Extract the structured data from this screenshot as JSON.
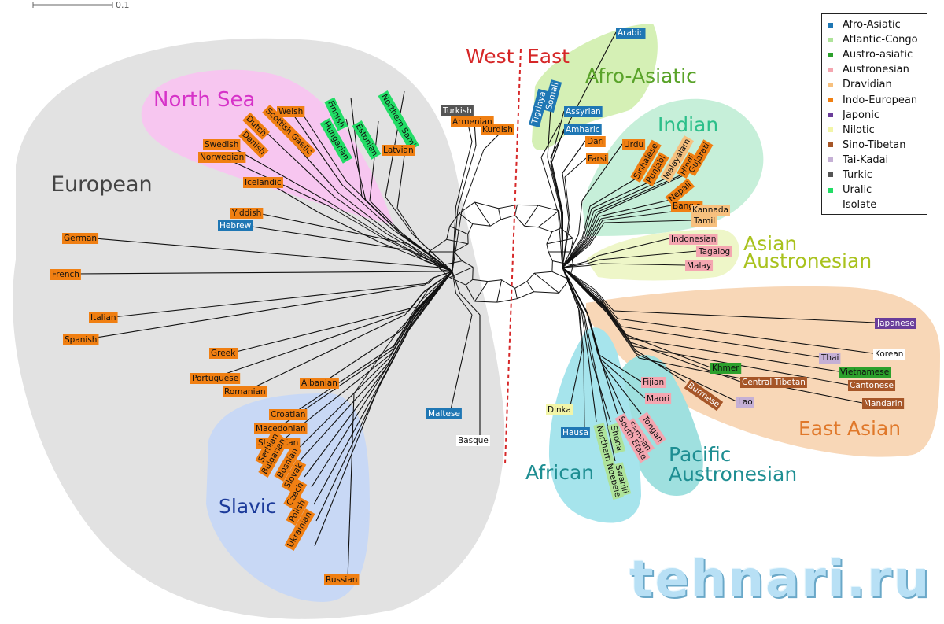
{
  "scale_label": "0.1",
  "divider": {
    "west": "West",
    "east": "East"
  },
  "groups": {
    "european": "European",
    "north_sea": "North Sea",
    "slavic": "Slavic",
    "afro_asiatic": "Afro-Asiatic",
    "indian": "Indian",
    "asian_austronesian_1": "Asian",
    "asian_austronesian_2": "Austronesian",
    "east_asian": "East Asian",
    "pacific_austronesian_1": "Pacific",
    "pacific_austronesian_2": "Austronesian",
    "african": "African"
  },
  "legend": [
    {
      "name": "Afro-Asiatic",
      "color": "#1f77b4"
    },
    {
      "name": "Atlantic-Congo",
      "color": "#aee39a"
    },
    {
      "name": "Austro-asiatic",
      "color": "#2ca02c"
    },
    {
      "name": "Austronesian",
      "color": "#f4a6b0"
    },
    {
      "name": "Dravidian",
      "color": "#f7c07e"
    },
    {
      "name": "Indo-European",
      "color": "#f07f12"
    },
    {
      "name": "Japonic",
      "color": "#6a3d9a"
    },
    {
      "name": "Nilotic",
      "color": "#f2f5a8"
    },
    {
      "name": "Sino-Tibetan",
      "color": "#a65628"
    },
    {
      "name": "Tai-Kadai",
      "color": "#c5b0d5"
    },
    {
      "name": "Turkic",
      "color": "#555555"
    },
    {
      "name": "Uralic",
      "color": "#22dd66"
    },
    {
      "name": "Isolate",
      "color": "#ffffff"
    }
  ],
  "languages": [
    {
      "name": "Welsh",
      "family": "Indo-European"
    },
    {
      "name": "Scottish Gaelic",
      "family": "Indo-European"
    },
    {
      "name": "Dutch",
      "family": "Indo-European"
    },
    {
      "name": "Danish",
      "family": "Indo-European"
    },
    {
      "name": "Swedish",
      "family": "Indo-European"
    },
    {
      "name": "Norwegian",
      "family": "Indo-European"
    },
    {
      "name": "Icelandic",
      "family": "Indo-European"
    },
    {
      "name": "Finnish",
      "family": "Uralic"
    },
    {
      "name": "Hungarian",
      "family": "Uralic"
    },
    {
      "name": "Estonian",
      "family": "Uralic"
    },
    {
      "name": "Northern Sami",
      "family": "Uralic"
    },
    {
      "name": "Latvian",
      "family": "Indo-European"
    },
    {
      "name": "Yiddish",
      "family": "Indo-European"
    },
    {
      "name": "Hebrew",
      "family": "Afro-Asiatic"
    },
    {
      "name": "German",
      "family": "Indo-European"
    },
    {
      "name": "French",
      "family": "Indo-European"
    },
    {
      "name": "Italian",
      "family": "Indo-European"
    },
    {
      "name": "Spanish",
      "family": "Indo-European"
    },
    {
      "name": "Greek",
      "family": "Indo-European"
    },
    {
      "name": "Portuguese",
      "family": "Indo-European"
    },
    {
      "name": "Romanian",
      "family": "Indo-European"
    },
    {
      "name": "Albanian",
      "family": "Indo-European"
    },
    {
      "name": "Croatian",
      "family": "Indo-European"
    },
    {
      "name": "Macedonian",
      "family": "Indo-European"
    },
    {
      "name": "Slovenian",
      "family": "Indo-European"
    },
    {
      "name": "Serbian",
      "family": "Indo-European"
    },
    {
      "name": "Bulgarian",
      "family": "Indo-European"
    },
    {
      "name": "Bosnian",
      "family": "Indo-European"
    },
    {
      "name": "Slovak",
      "family": "Indo-European"
    },
    {
      "name": "Czech",
      "family": "Indo-European"
    },
    {
      "name": "Polish",
      "family": "Indo-European"
    },
    {
      "name": "Ukrainian",
      "family": "Indo-European"
    },
    {
      "name": "Russian",
      "family": "Indo-European"
    },
    {
      "name": "Maltese",
      "family": "Afro-Asiatic"
    },
    {
      "name": "Basque",
      "family": "Isolate"
    },
    {
      "name": "Turkish",
      "family": "Turkic"
    },
    {
      "name": "Armenian",
      "family": "Indo-European"
    },
    {
      "name": "Kurdish",
      "family": "Indo-European"
    },
    {
      "name": "Arabic",
      "family": "Afro-Asiatic"
    },
    {
      "name": "Tigrinya",
      "family": "Afro-Asiatic"
    },
    {
      "name": "Somali",
      "family": "Afro-Asiatic"
    },
    {
      "name": "Assyrian",
      "family": "Afro-Asiatic"
    },
    {
      "name": "Amharic",
      "family": "Afro-Asiatic"
    },
    {
      "name": "Dari",
      "family": "Indo-European"
    },
    {
      "name": "Farsi",
      "family": "Indo-European"
    },
    {
      "name": "Urdu",
      "family": "Indo-European"
    },
    {
      "name": "Sinhalese",
      "family": "Indo-European"
    },
    {
      "name": "Punjabi",
      "family": "Indo-European"
    },
    {
      "name": "Malayalam",
      "family": "Dravidian"
    },
    {
      "name": "Hindi",
      "family": "Indo-European"
    },
    {
      "name": "Gujarati",
      "family": "Indo-European"
    },
    {
      "name": "Nepali",
      "family": "Indo-European"
    },
    {
      "name": "Bangla",
      "family": "Indo-European"
    },
    {
      "name": "Kannada",
      "family": "Dravidian"
    },
    {
      "name": "Tamil",
      "family": "Dravidian"
    },
    {
      "name": "Indonesian",
      "family": "Austronesian"
    },
    {
      "name": "Tagalog",
      "family": "Austronesian"
    },
    {
      "name": "Malay",
      "family": "Austronesian"
    },
    {
      "name": "Japanese",
      "family": "Japonic"
    },
    {
      "name": "Korean",
      "family": "Isolate"
    },
    {
      "name": "Thai",
      "family": "Tai-Kadai"
    },
    {
      "name": "Khmer",
      "family": "Austro-asiatic"
    },
    {
      "name": "Vietnamese",
      "family": "Austro-asiatic"
    },
    {
      "name": "Central Tibetan",
      "family": "Sino-Tibetan"
    },
    {
      "name": "Cantonese",
      "family": "Sino-Tibetan"
    },
    {
      "name": "Burmese",
      "family": "Sino-Tibetan"
    },
    {
      "name": "Lao",
      "family": "Tai-Kadai"
    },
    {
      "name": "Mandarin",
      "family": "Sino-Tibetan"
    },
    {
      "name": "Fijian",
      "family": "Austronesian"
    },
    {
      "name": "Maori",
      "family": "Austronesian"
    },
    {
      "name": "Tongan",
      "family": "Austronesian"
    },
    {
      "name": "Samoan",
      "family": "Austronesian"
    },
    {
      "name": "South Efate",
      "family": "Austronesian"
    },
    {
      "name": "Dinka",
      "family": "Nilotic"
    },
    {
      "name": "Hausa",
      "family": "Afro-Asiatic"
    },
    {
      "name": "Northern Ndebele",
      "family": "Atlantic-Congo"
    },
    {
      "name": "Shona",
      "family": "Atlantic-Congo"
    },
    {
      "name": "Swahili",
      "family": "Atlantic-Congo"
    }
  ],
  "watermark": "tehnari.ru"
}
